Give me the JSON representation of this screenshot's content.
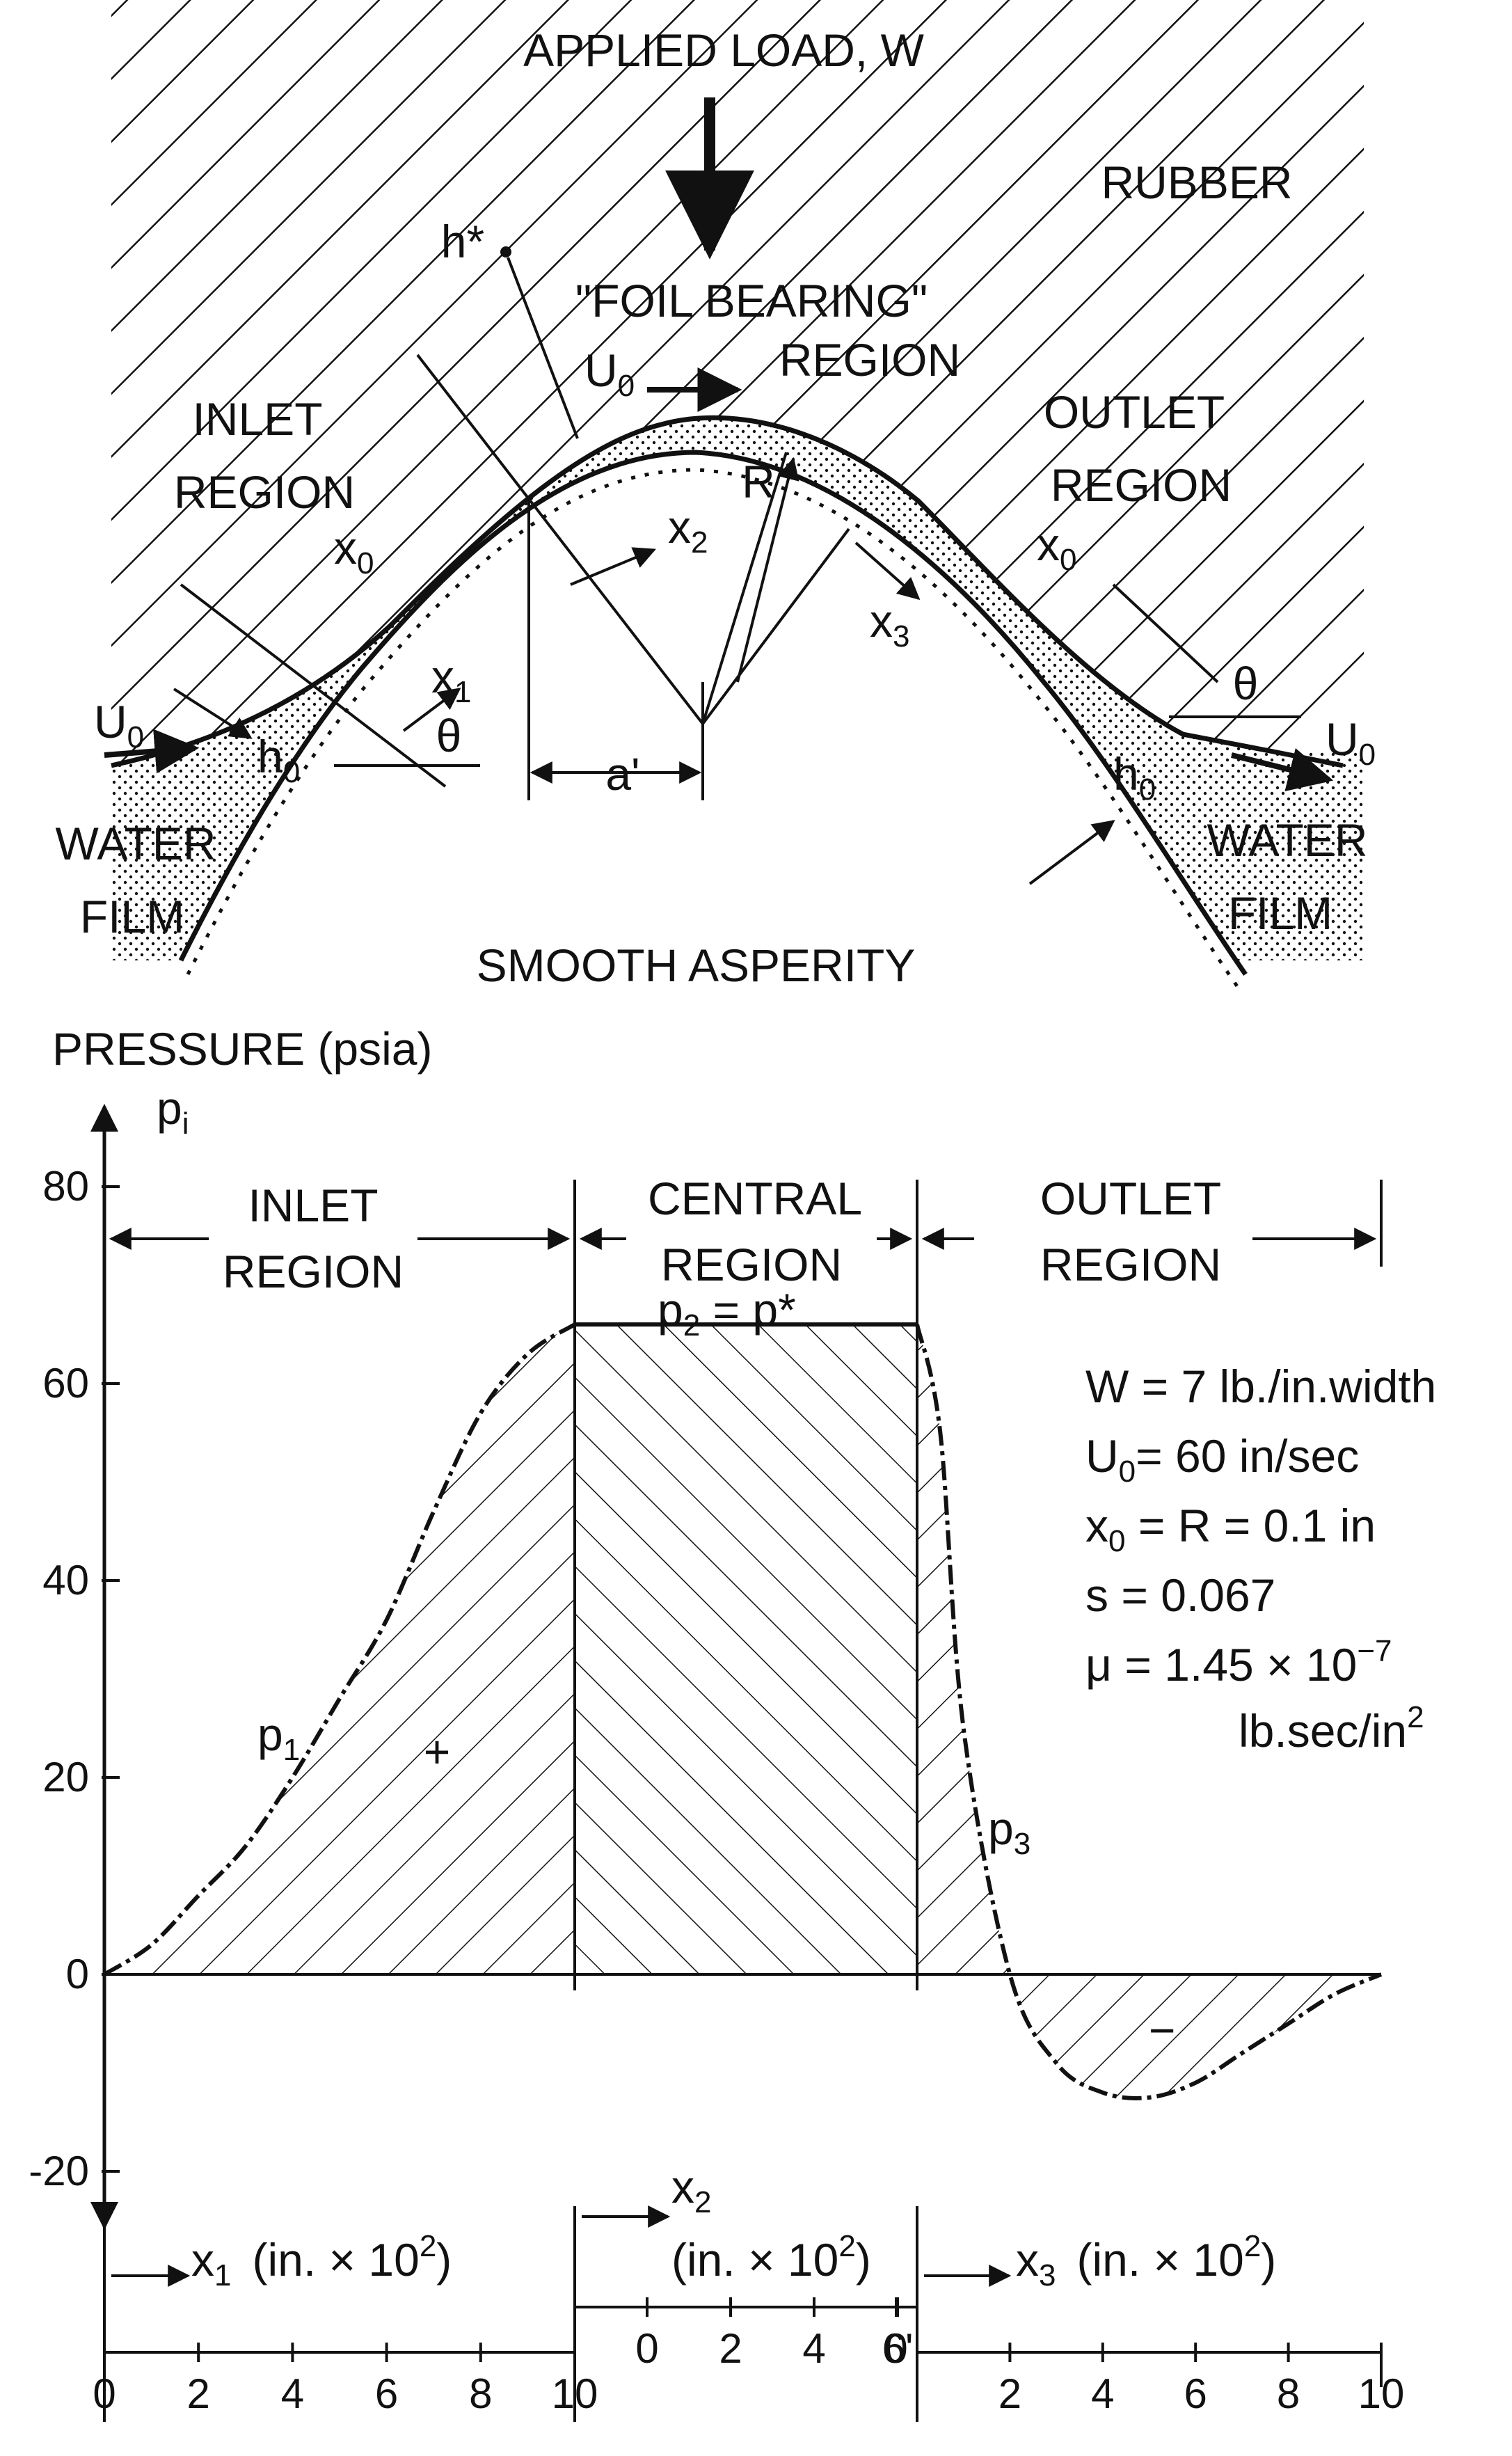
{
  "diagram": {
    "applied_load": "APPLIED LOAD, W",
    "rubber": "RUBBER",
    "h_star": "h*",
    "foil_bearing": "\"FOIL BEARING\"",
    "foil_region": "REGION",
    "u0": "U",
    "u0_sub": "0",
    "inlet_1": "INLET",
    "inlet_2": "REGION",
    "outlet_1": "OUTLET",
    "outlet_2": "REGION",
    "x0": "x",
    "x0_sub": "0",
    "x1": "x",
    "x1_sub": "1",
    "x2": "x",
    "x2_sub": "2",
    "x3": "x",
    "x3_sub": "3",
    "r": "R",
    "theta": "θ",
    "h0": "h",
    "h0_sub": "0",
    "a_prime": "a'",
    "water": "WATER",
    "film": "FILM",
    "smooth_asperity": "SMOOTH ASPERITY"
  },
  "chart_data": {
    "type": "area",
    "ylabel": "PRESSURE (psia)",
    "y_symbol": "p",
    "y_symbol_sub": "i",
    "ylim": [
      -20,
      80
    ],
    "yticks": [
      "80",
      "60",
      "40",
      "20",
      "0",
      "-20"
    ],
    "regions": {
      "inlet_1": "INLET",
      "inlet_2": "REGION",
      "central_1": "CENTRAL",
      "central_2": "REGION",
      "outlet_1": "OUTLET",
      "outlet_2": "REGION"
    },
    "p2": "p",
    "p2_sub": "2",
    "p2_rest": " = p*",
    "p1": "p",
    "p1_sub": "1",
    "p3": "p",
    "p3_sub": "3",
    "plus": "+",
    "minus": "−",
    "params": {
      "w": "W = 7 lb./in.width",
      "u0": "U",
      "u0_sub": "0",
      "u0_rest": "= 60 in/sec",
      "x0": "x",
      "x0_sub": "0",
      "x0_rest": " = R = 0.1 in",
      "s": "s  = 0.067",
      "mu": "μ  = 1.45 × 10",
      "mu_exp": "−7",
      "mu_units": "lb.sec/in",
      "mu_units_exp": "2"
    },
    "x_axes": {
      "x1": "x",
      "x1_sub": "1",
      "x1_units": "(in. × 10",
      "x2": "x",
      "x2_sub": "2",
      "x2_units": "(in. × 10",
      "x3": "x",
      "x3_sub": "3",
      "x3_units": "(in. × 10",
      "units_exp": "2",
      "units_close": ")",
      "x1_ticks": [
        "0",
        "2",
        "4",
        "6",
        "8",
        "10"
      ],
      "x2_ticks": [
        "0",
        "2",
        "4",
        "6'",
        "0"
      ],
      "x3_ticks": [
        "2",
        "4",
        "6",
        "8",
        "10"
      ]
    },
    "p1_curve": {
      "x1": [
        0,
        1,
        2,
        3,
        4,
        5,
        6,
        7,
        8,
        9,
        10
      ],
      "p": [
        0,
        3,
        8,
        13,
        20,
        28,
        36,
        47,
        57,
        63,
        66
      ]
    },
    "central_plateau": 66,
    "p3_curve": {
      "x3": [
        0,
        0.5,
        1,
        2,
        3,
        4,
        5,
        6,
        7,
        8,
        9,
        10
      ],
      "p": [
        66,
        55,
        25,
        0,
        -9,
        -12,
        -12.5,
        -11,
        -8,
        -5,
        -2,
        0
      ]
    }
  }
}
